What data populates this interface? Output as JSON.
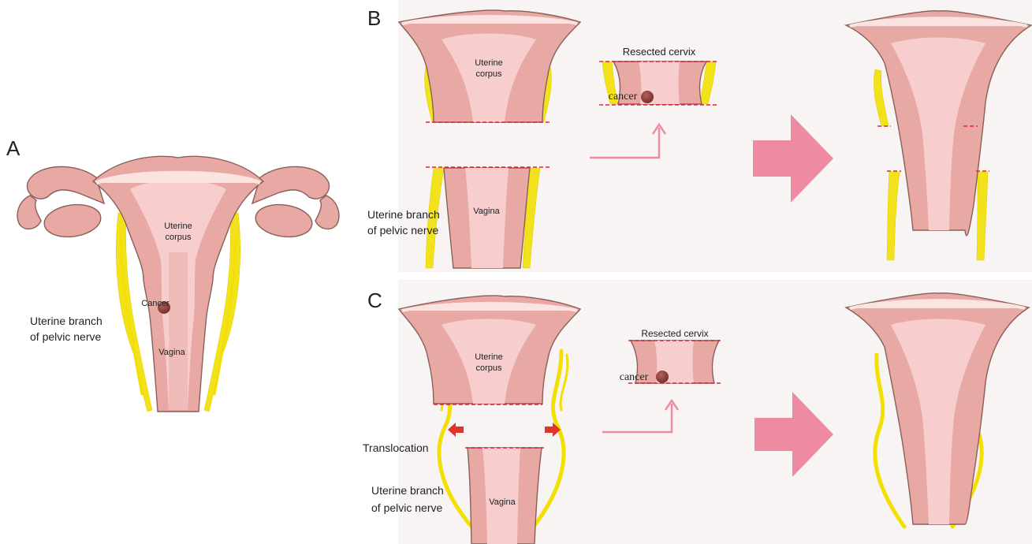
{
  "panels": {
    "a": {
      "letter": "A",
      "corpus_label_1": "Uterine",
      "corpus_label_2": "corpus",
      "cancer_label": "Cancer",
      "vagina_label": "Vagina",
      "nerve_label_1": "Uterine branch",
      "nerve_label_2": "of pelvic nerve"
    },
    "b": {
      "letter": "B",
      "corpus_label_1": "Uterine",
      "corpus_label_2": "corpus",
      "resected_label": "Resected cervix",
      "cancer_label": "cancer",
      "vagina_label": "Vagina",
      "nerve_label_1": "Uterine branch",
      "nerve_label_2": "of pelvic nerve"
    },
    "c": {
      "letter": "C",
      "corpus_label_1": "Uterine",
      "corpus_label_2": "corpus",
      "resected_label": "Resected cervix",
      "cancer_label": "cancer",
      "vagina_label": "Vagina",
      "translocation_label": "Translocation",
      "nerve_label_1": "Uterine branch",
      "nerve_label_2": "of pelvic nerve"
    }
  },
  "colors": {
    "tissue": "#e8a9a4",
    "inner": "#f7cdcd",
    "nerve": "#f2e21b",
    "cut_line": "#d7263d",
    "arrow": "#ee8aa2",
    "cancer": "#8a3f3a"
  }
}
